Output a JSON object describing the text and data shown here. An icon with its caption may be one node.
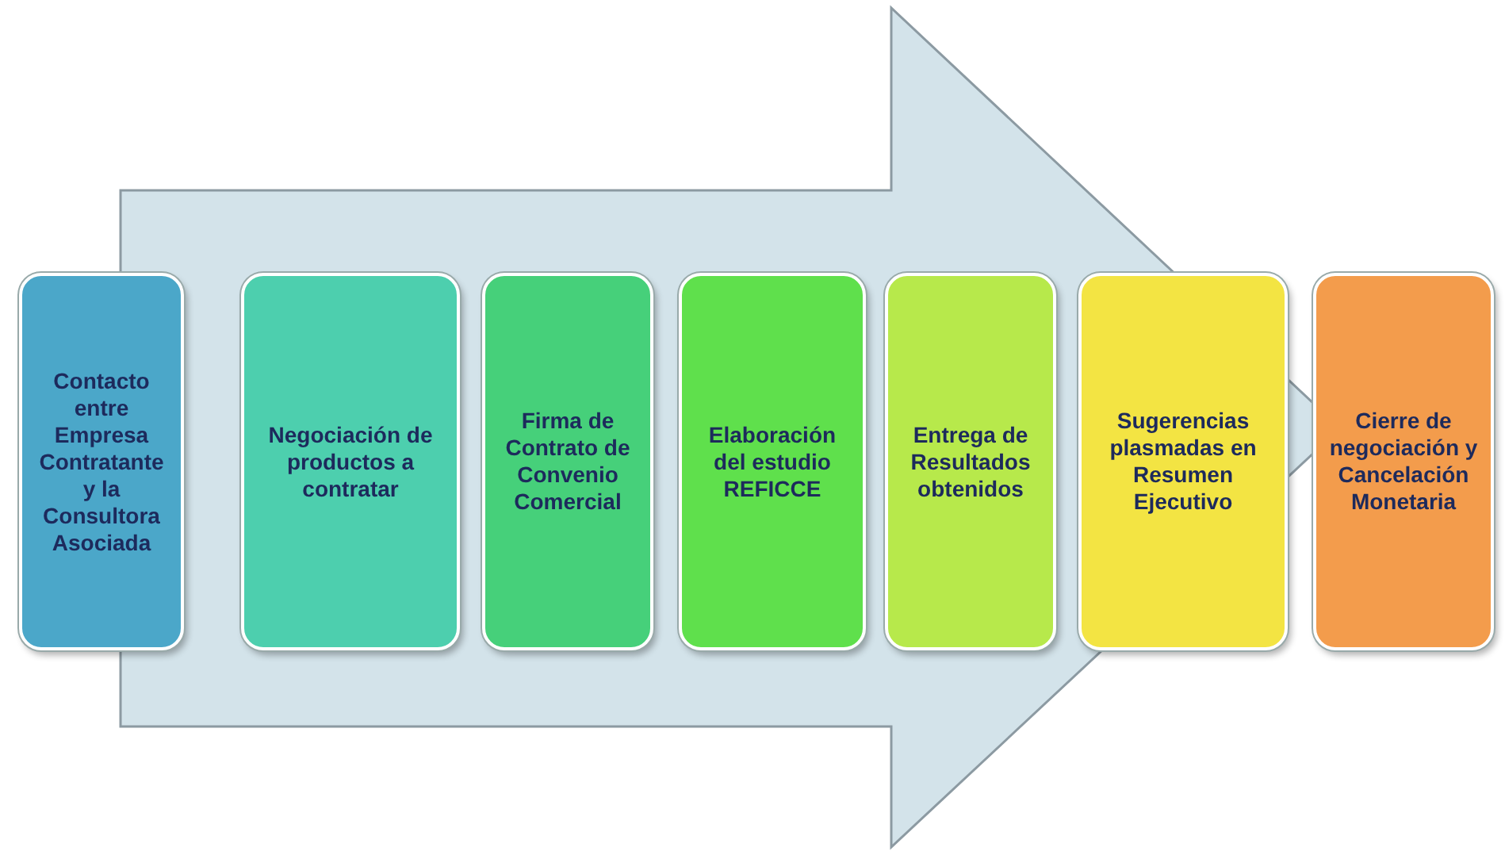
{
  "diagram": {
    "nodes": [
      {
        "text": [
          "Contacto entre Empresa Contratante y la Consultora Asociada"
        ]
      },
      {
        "text": [
          "Negociación de productos a contratar"
        ]
      },
      {
        "text": [
          "Firma de Contrato de Convenio Comercial"
        ]
      },
      {
        "text": [
          "Elaboración del estudio REFICCE"
        ]
      },
      {
        "text": [
          "Entrega de Resultados obtenidos"
        ]
      },
      {
        "text": [
          "Sugerencias plasmadas en Resumen Ejecutivo"
        ]
      },
      {
        "text": [
          "Cierre de negociación y Cancelación Monetaria"
        ]
      }
    ],
    "edges": [
      {
        "from": 0,
        "to": 6,
        "arrow": "to"
      }
    ]
  }
}
